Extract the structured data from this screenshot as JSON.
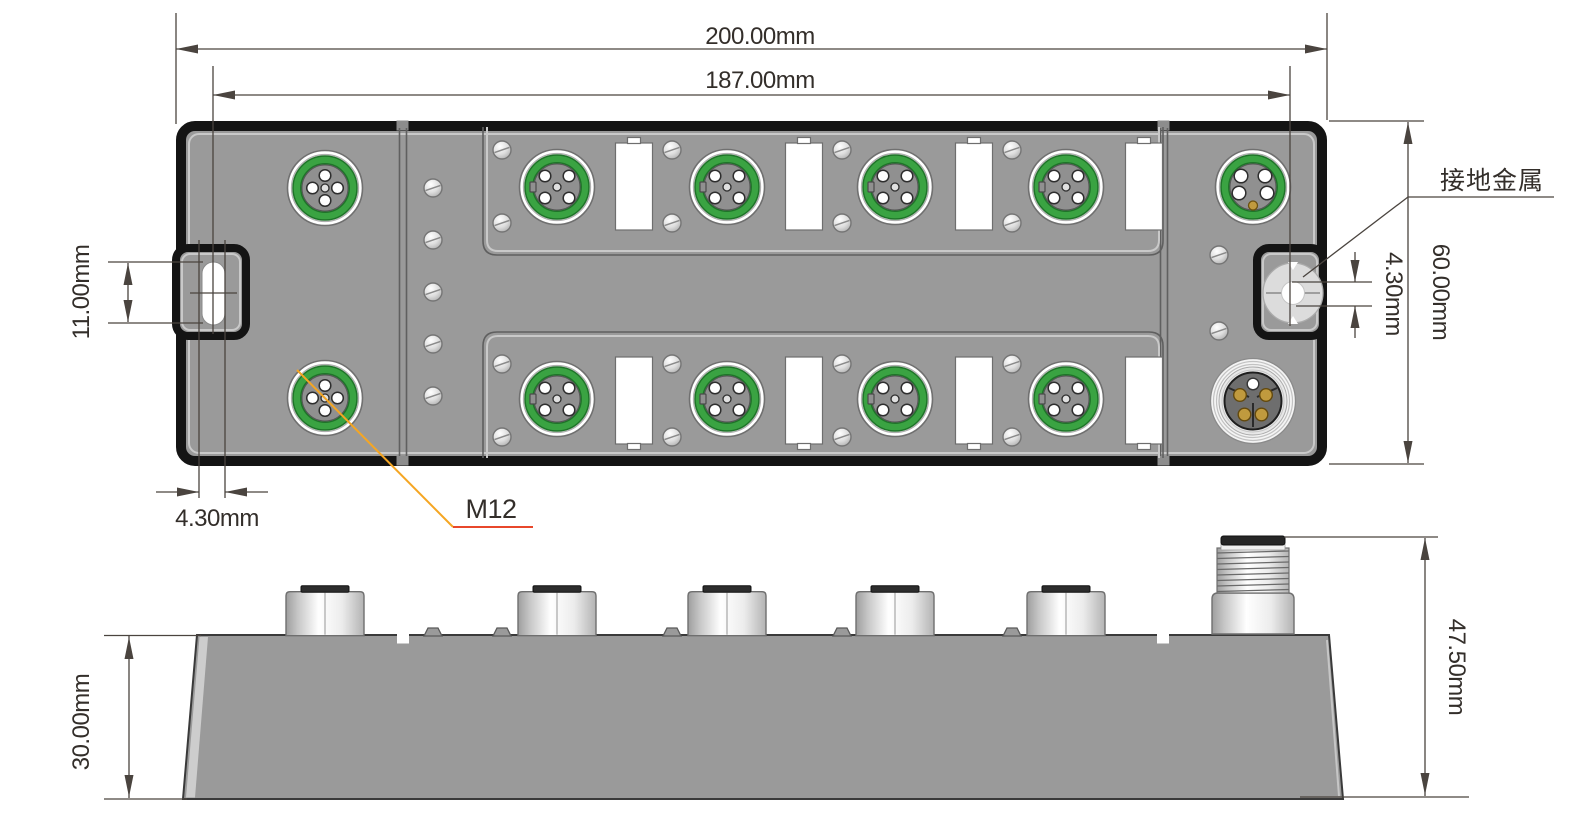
{
  "top_view": {
    "dims": {
      "total_width": "200.00mm",
      "mount_span": "187.00mm",
      "slot_height": "11.00mm",
      "slot_offset": "4.30mm",
      "body_height": "60.00mm",
      "ground_offset": "4.30mm"
    },
    "labels": {
      "connector_type": "M12",
      "ground_metal": "接地金属"
    },
    "connector_count": 12
  },
  "side_view": {
    "dims": {
      "body_height": "30.00mm",
      "total_height": "47.50mm"
    }
  },
  "colors": {
    "body-gray": "#9a9a9a",
    "outline-black": "#141414",
    "bevel-light": "#c9c9c9",
    "panel-line": "#5f5f5f",
    "green": "#3aa342",
    "green-dark": "#1f7329",
    "gold": "#c09a3e",
    "dim-line": "#4a443f",
    "text": "#332e2a",
    "leader-orange": "#f5a623",
    "leader-red": "#e8472b"
  }
}
